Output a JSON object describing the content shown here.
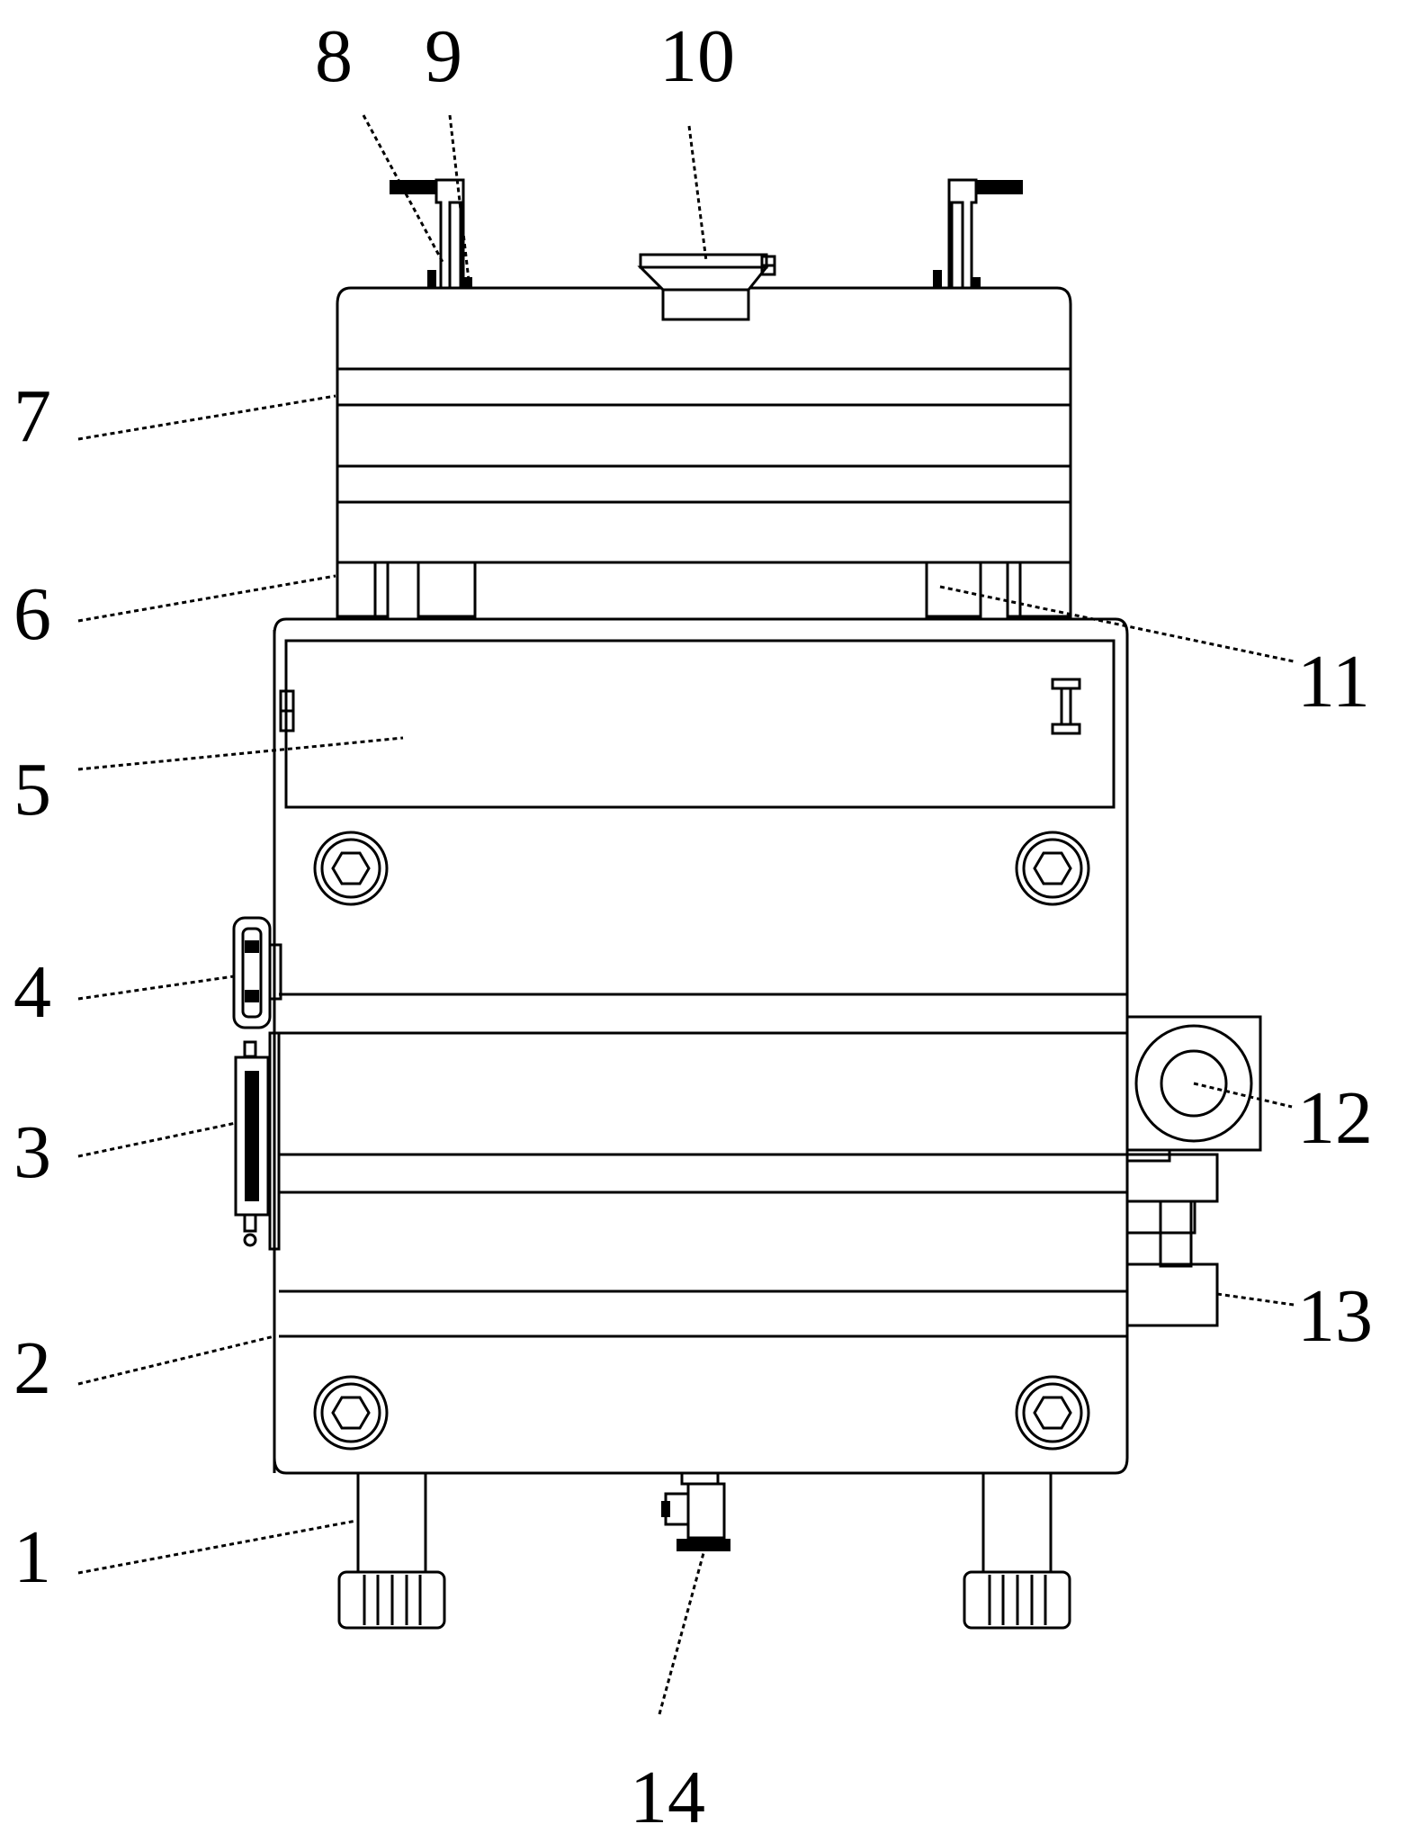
{
  "labels": {
    "l1": "1",
    "l2": "2",
    "l3": "3",
    "l4": "4",
    "l5": "5",
    "l6": "6",
    "l7": "7",
    "l8": "8",
    "l9": "9",
    "l10": "10",
    "l11": "11",
    "l12": "12",
    "l13": "13",
    "l14": "14"
  },
  "colors": {
    "stroke": "#000000",
    "background": "#ffffff"
  }
}
